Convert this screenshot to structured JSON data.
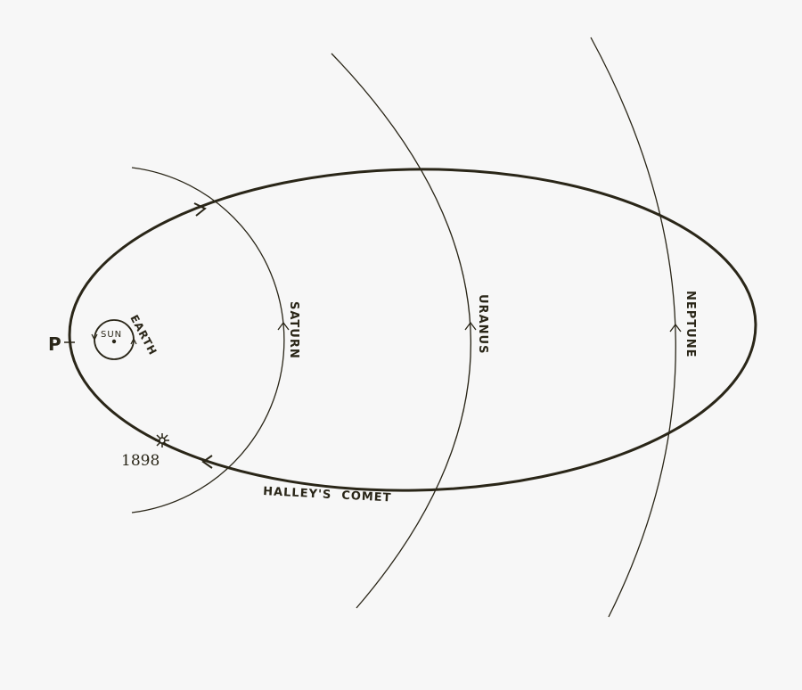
{
  "labels": {
    "perihelion": "P",
    "sun": "SUN",
    "earth": "EARTH",
    "saturn": "SATURN",
    "uranus": "URANUS",
    "neptune": "NEPTUNE",
    "comet": "HALLEY'S  COMET",
    "year": "1898"
  },
  "colors": {
    "ink": "#2a2618",
    "background": "#f7f7f7"
  }
}
